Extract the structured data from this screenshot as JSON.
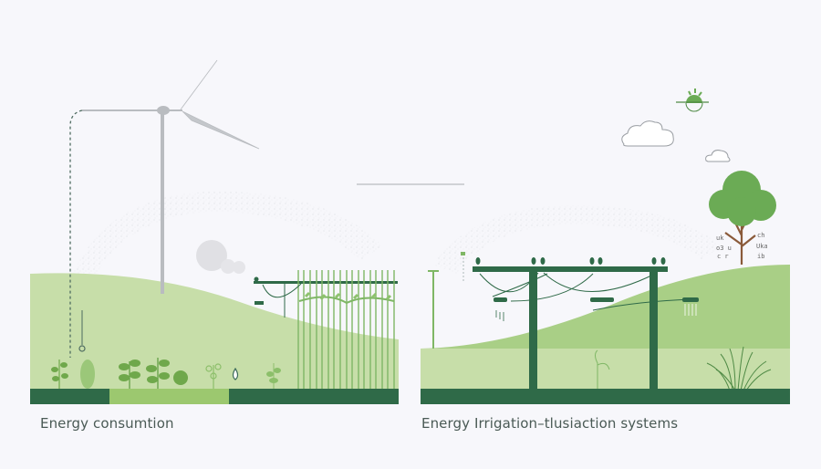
{
  "panels": [
    {
      "id": "left",
      "caption": "Energy consumtion",
      "elements": [
        "wind-turbine",
        "fence-trellis",
        "crop-plants",
        "irrigation-pipe"
      ]
    },
    {
      "id": "right",
      "caption": "Energy Irrigation–tlusiaction systems",
      "elements": [
        "power-line-poles",
        "tree",
        "grass-tuft",
        "sun",
        "clouds"
      ]
    }
  ],
  "tree_labels": [
    "uk",
    "o3 u",
    "c r",
    "ch",
    "Uka",
    "ib"
  ],
  "colors": {
    "background": "#f7f7fb",
    "hill_light": "#c7dea9",
    "hill_mid": "#a9cf86",
    "ground_dark": "#2f6a48",
    "ground_accent": "#9cc86f",
    "pole": "#2f6a48",
    "plant": "#6fa84b",
    "turbine": "#b9bcc0",
    "caption_text": "#4a5a55",
    "tree_canopy": "#6bab55",
    "tree_trunk": "#8a5a3a"
  }
}
